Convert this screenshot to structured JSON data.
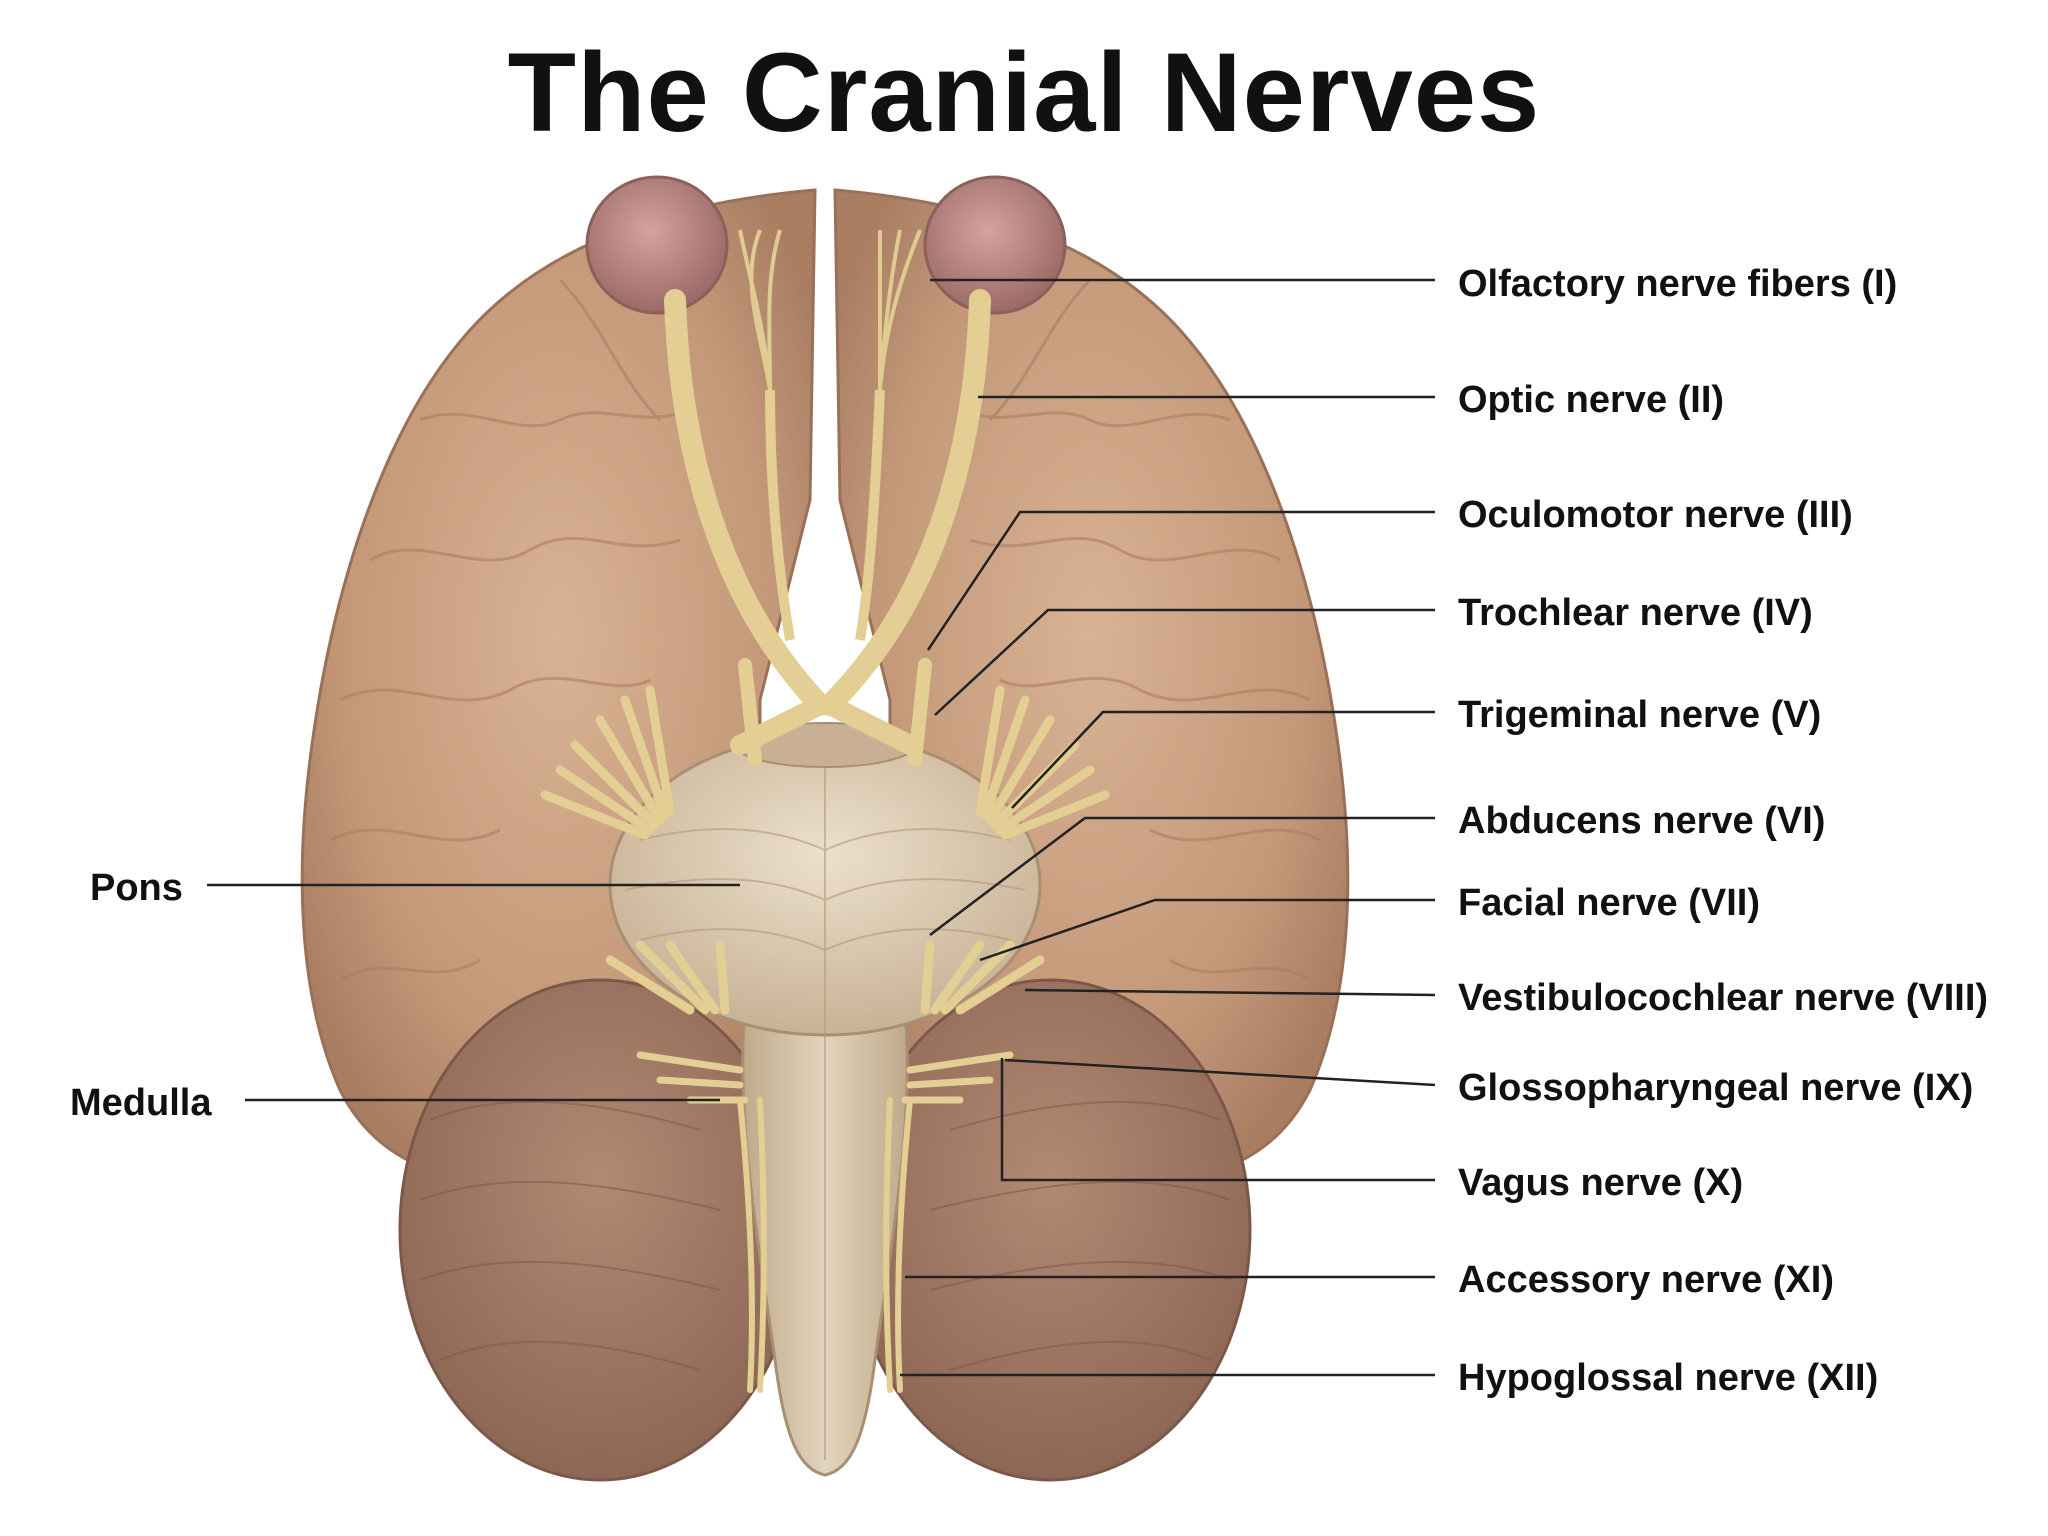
{
  "title": "The Cranial Nerves",
  "colors": {
    "cortex": "#c9a182",
    "cortex_shadow": "#a77c61",
    "cerebellum": "#9c7560",
    "brainstem": "#d8c4a8",
    "nerve": "#e3cf94",
    "olfactory_bulb": "#b7817c",
    "leader_line": "#222222",
    "text": "#111111"
  },
  "labels": {
    "right": [
      {
        "id": "olfactory",
        "text": "Olfactory nerve fibers (I)"
      },
      {
        "id": "optic",
        "text": "Optic nerve (II)"
      },
      {
        "id": "oculomotor",
        "text": "Oculomotor nerve (III)"
      },
      {
        "id": "trochlear",
        "text": "Trochlear nerve (IV)"
      },
      {
        "id": "trigeminal",
        "text": "Trigeminal nerve (V)"
      },
      {
        "id": "abducens",
        "text": "Abducens nerve (VI)"
      },
      {
        "id": "facial",
        "text": "Facial nerve (VII)"
      },
      {
        "id": "vestibulocochlear",
        "text": "Vestibulocochlear nerve (VIII)"
      },
      {
        "id": "glossopharyngeal",
        "text": "Glossopharyngeal nerve (IX)"
      },
      {
        "id": "vagus",
        "text": "Vagus nerve (X)"
      },
      {
        "id": "accessory",
        "text": "Accessory nerve (XI)"
      },
      {
        "id": "hypoglossal",
        "text": "Hypoglossal nerve (XII)"
      }
    ],
    "left": [
      {
        "id": "pons",
        "text": "Pons"
      },
      {
        "id": "medulla",
        "text": "Medulla"
      }
    ]
  }
}
